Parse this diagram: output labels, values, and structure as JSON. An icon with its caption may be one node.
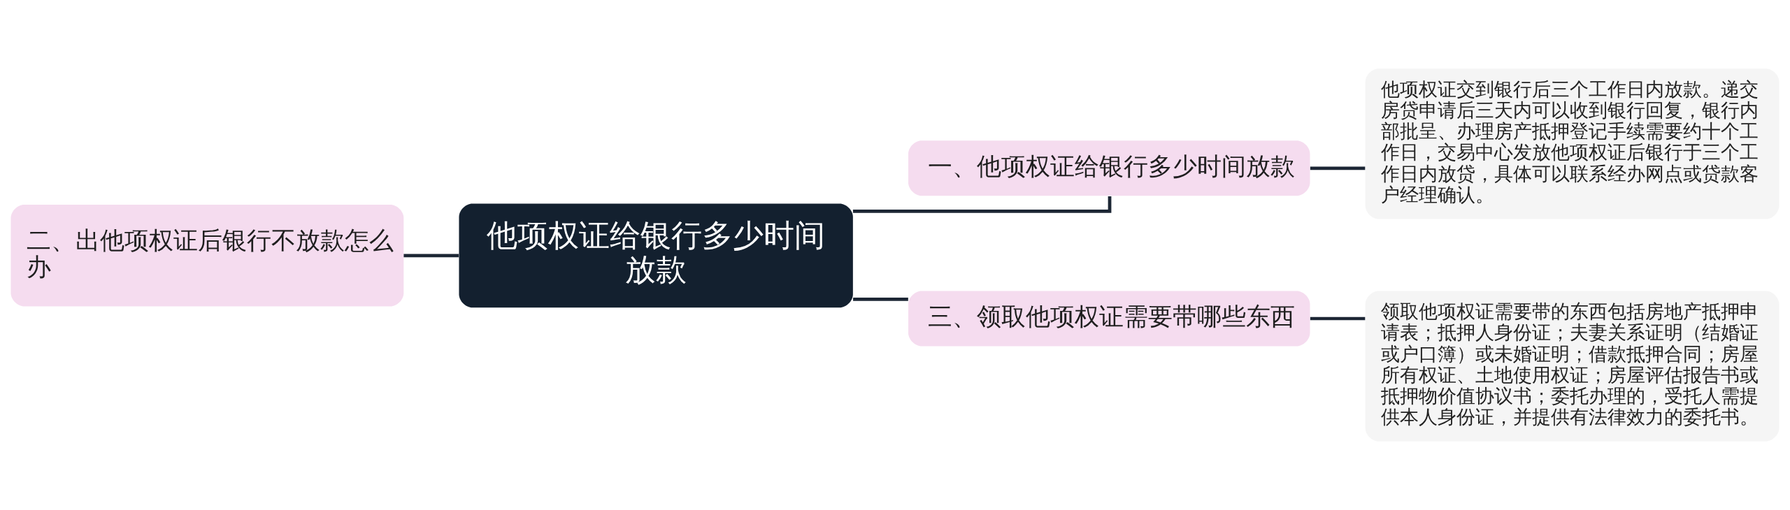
{
  "diagram": {
    "nodes": [
      {
        "text": [
          "他项权证给银行多少时间放款"
        ]
      },
      {
        "text": [
          "一、他项权证给银行多少时间放款"
        ]
      },
      {
        "text": [
          "他项权证交到银行后三个工作日内放款。递交房贷申请后三天内可以收到银行回复，银行内部批呈、办理房产抵押登记手续需要约十个工作日，交易中心发放他项权证后银行于三个工作日内放贷，具体可以联系经办网点或贷款客户经理确认。"
        ]
      },
      {
        "text": [
          "三、领取他项权证需要带哪些东西"
        ]
      },
      {
        "text": [
          "领取他项权证需要带的东西包括房地产抵押申请表；抵押人身份证；夫妻关系证明（结婚证或户口簿）或未婚证明；借款抵押合同；房屋所有权证、土地使用权证；房屋评估报告书或抵押物价值协议书；委托办理的，受托人需提供本人身份证，并提供有法律效力的委托书。"
        ]
      },
      {
        "text": [
          "二、出他项权证后银行不放款怎么办"
        ]
      }
    ],
    "edges": [
      {
        "from": 5,
        "to": 0,
        "arrow": "none"
      },
      {
        "from": 0,
        "to": 1,
        "arrow": "none"
      },
      {
        "from": 1,
        "to": 2,
        "arrow": "none"
      },
      {
        "from": 0,
        "to": 3,
        "arrow": "none"
      },
      {
        "from": 3,
        "to": 4,
        "arrow": "none"
      }
    ]
  }
}
